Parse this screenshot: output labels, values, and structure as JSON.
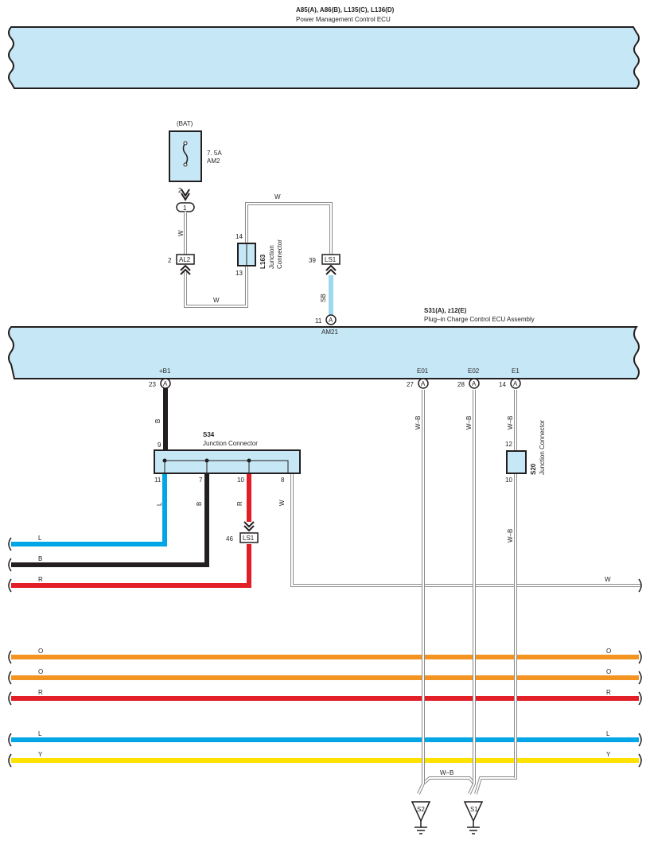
{
  "components": {
    "ecu_top": {
      "id": "A85(A), A86(B), L135(C), L136(D)",
      "name": "Power Management Control ECU"
    },
    "ecu_mid": {
      "id": "S31(A), z12(E)",
      "name": "Plug–in Charge Control ECU Assembly"
    },
    "fuse": {
      "source": "(BAT)",
      "rating": "7. 5A",
      "name": "AM2",
      "pin": "2",
      "terminal": "1"
    },
    "al2": {
      "label": "AL2",
      "pin": "2"
    },
    "l163": {
      "id": "L163",
      "line1": "Junction",
      "line2": "Connector",
      "pin_top": "14",
      "pin_bottom": "13"
    },
    "ls1_top": {
      "label": "LS1",
      "pin": "39"
    },
    "ls1_bottom": {
      "label": "LS1",
      "pin": "46"
    },
    "s34": {
      "id": "S34",
      "name": "Junction Connector",
      "pin_in": "9",
      "pins": [
        "11",
        "7",
        "10",
        "8"
      ]
    },
    "s20": {
      "id": "S20",
      "name": "Junction Connector",
      "pin_top": "12",
      "pin_bottom": "10"
    },
    "ground_s2": {
      "label": "S2"
    },
    "ground_s1": {
      "label": "S1"
    }
  },
  "ecu_pins": {
    "am21": {
      "pin": "11",
      "conn": "A",
      "name": "AM21"
    },
    "b1": {
      "pin": "23",
      "conn": "A",
      "name": "+B1"
    },
    "e01": {
      "pin": "27",
      "conn": "A",
      "name": "E01"
    },
    "e02": {
      "pin": "28",
      "conn": "A",
      "name": "E02"
    },
    "e1": {
      "pin": "14",
      "conn": "A",
      "name": "E1"
    }
  },
  "wire_labels": {
    "fuse_out": "W",
    "loop_top": "W",
    "loop_bottom": "W",
    "am21": "SB",
    "b1": "B",
    "e01": "W–B",
    "e02": "W–B",
    "e1": "W–B",
    "s20_out": "W–B",
    "ground_join": "W–B",
    "s34_l": "L",
    "s34_b": "B",
    "s34_r": "R",
    "s34_w": "W"
  },
  "bus_labels": {
    "l1_left": "L",
    "b1_left": "B",
    "r1_left": "R",
    "w1_right": "W",
    "o1_left": "O",
    "o1_right": "O",
    "o2_left": "O",
    "o2_right": "O",
    "r2_left": "R",
    "r2_right": "R",
    "l2_left": "L",
    "l2_right": "L",
    "y_left": "Y",
    "y_right": "Y"
  },
  "colors": {
    "ecu_fill": "#c6e7f5",
    "outline": "#231f20",
    "black": "#231f20",
    "blue": "#00a6e5",
    "light_blue": "#9ed8f0",
    "red": "#e21f26",
    "orange": "#f39322",
    "yellow": "#ffe100",
    "white_wire_edge": "#8c8c8c"
  }
}
